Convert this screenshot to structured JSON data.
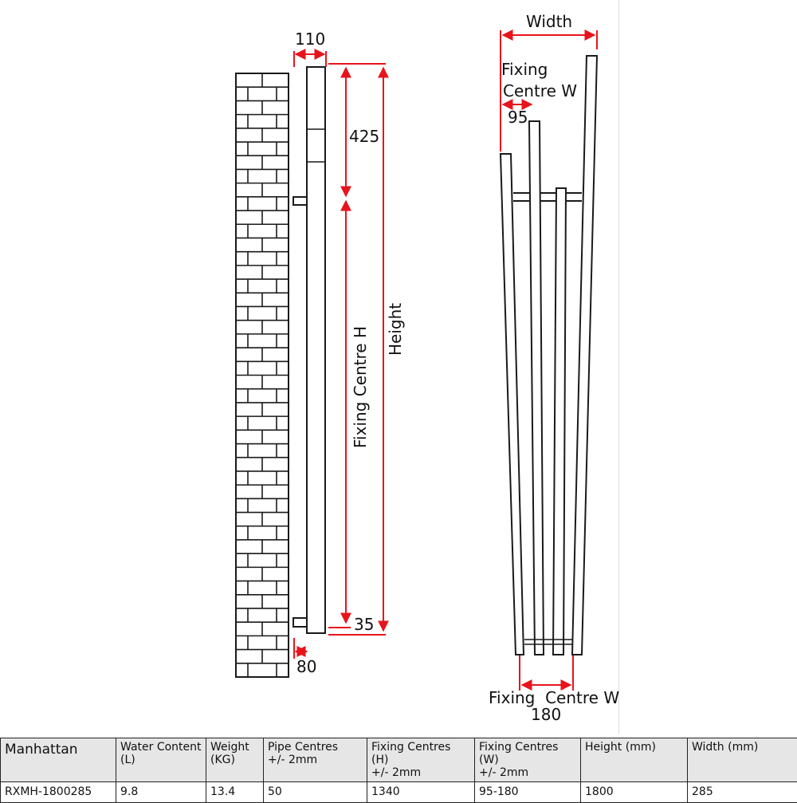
{
  "diagram": {
    "side_view": {
      "depth": "110",
      "top_to_fixing": "425",
      "fixing_centre_h": "Fixing Centre H",
      "height": "Height",
      "bottom_offset": "35",
      "wall_offset": "80"
    },
    "front_view": {
      "width": "Width",
      "fixing_centre_w_top_line1": "Fixing",
      "fixing_centre_w_top_line2": "Centre W",
      "fixing_centre_w_min": "95",
      "fixing_centre_w_bottom": "Fixing  Centre W",
      "fixing_centre_w_max": "180"
    }
  },
  "table": {
    "headers": [
      [
        "Manhattan"
      ],
      [
        "Water Content",
        "(L)"
      ],
      [
        "Weight",
        "(KG)"
      ],
      [
        "Pipe Centres",
        "+/- 2mm"
      ],
      [
        "Fixing Centres (H)",
        "+/- 2mm"
      ],
      [
        "Fixing Centres (W)",
        "+/- 2mm"
      ],
      [
        "Height (mm)"
      ],
      [
        "Width (mm)"
      ]
    ],
    "row": [
      "RXMH-1800285",
      "9.8",
      "13.4",
      "50",
      "1340",
      "95-180",
      "1800",
      "285"
    ]
  }
}
